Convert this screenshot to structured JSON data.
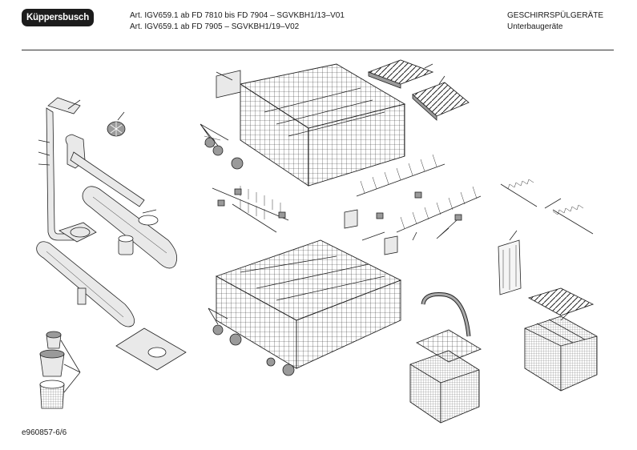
{
  "header": {
    "brand": "Küppersbusch",
    "reference_line_1": "Art. IGV659.1 ab FD 7810 bis FD 7904 – SGVKBH1/13–V01",
    "reference_line_2": "Art. IGV659.1 ab FD 7905 – SGVKBH1/19–V02",
    "category_line_1": "GESCHIRRSPÜLGERÄTE",
    "category_line_2": "Unterbaugeräte"
  },
  "footer": {
    "document_id": "e960857-6/6"
  }
}
